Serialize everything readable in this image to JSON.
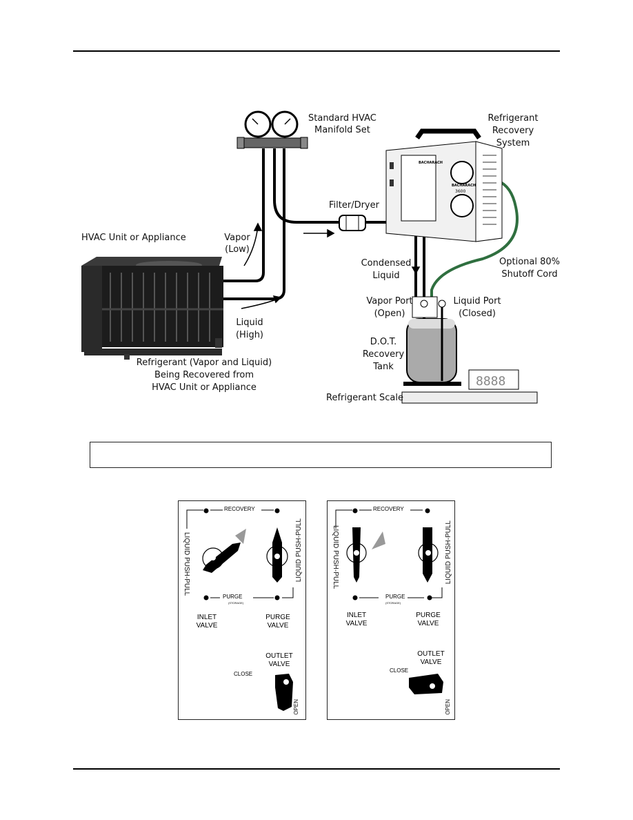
{
  "diagram": {
    "labels": {
      "manifold": [
        "Standard HVAC",
        "Manifold Set"
      ],
      "recovery_system": [
        "Refrigerant",
        "Recovery",
        "System"
      ],
      "filter_dryer": "Filter/Dryer",
      "hvac_unit": "HVAC Unit or Appliance",
      "vapor": [
        "Vapor",
        "(Low)"
      ],
      "condensed": [
        "Condensed",
        "Liquid"
      ],
      "shutoff": [
        "Optional 80%",
        "Shutoff Cord"
      ],
      "vapor_port": [
        "Vapor Port",
        "(Open)"
      ],
      "liquid_port": [
        "Liquid Port",
        "(Closed)"
      ],
      "liquid": [
        "Liquid",
        "(High)"
      ],
      "tank": [
        "D.O.T.",
        "Recovery",
        "Tank"
      ],
      "being_recovered": [
        "Refrigerant (Vapor and Liquid)",
        "Being Recovered from",
        "HVAC Unit or Appliance"
      ],
      "scale": "Refrigerant Scale",
      "unit_brand": "BACHARACH",
      "unit_model": "3600",
      "scale_display": "8888"
    }
  },
  "caption_box": {
    "text": ""
  },
  "panels": [
    {
      "recovery": "RECOVERY",
      "purge": "PURGE",
      "storage": "(STORAGE)",
      "left_vertical": "LIQUID PUSH-PULL",
      "right_vertical": "LIQUID PUSH-PULL",
      "inlet": [
        "INLET",
        "VALVE"
      ],
      "purge_valve": [
        "PURGE",
        "VALVE"
      ],
      "outlet": [
        "OUTLET",
        "VALVE"
      ],
      "close": "CLOSE",
      "open": "OPEN"
    },
    {
      "recovery": "RECOVERY",
      "purge": "PURGE",
      "storage": "(STORAGE)",
      "left_vertical": "LIQUID PUSH-PULL",
      "right_vertical": "LIQUID PUSH-PULL",
      "inlet": [
        "INLET",
        "VALVE"
      ],
      "purge_valve": [
        "PURGE",
        "VALVE"
      ],
      "outlet": [
        "OUTLET",
        "VALVE"
      ],
      "close": "CLOSE",
      "open": "OPEN"
    }
  ]
}
